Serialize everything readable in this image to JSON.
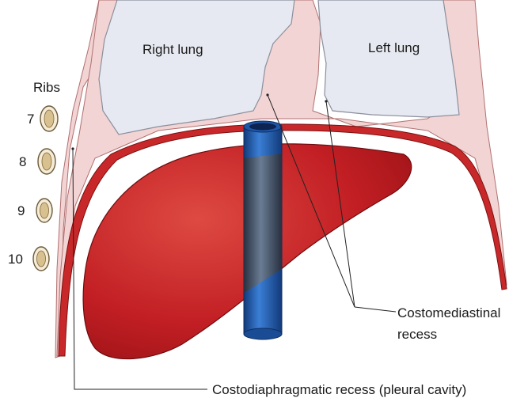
{
  "diagram": {
    "labels": {
      "right_lung": "Right lung",
      "left_lung": "Left lung",
      "ribs": "Ribs",
      "costomediastinal_line1": "Costomediastinal",
      "costomediastinal_line2": "recess",
      "costodiaphragmatic": "Costodiaphragmatic recess (pleural cavity)"
    },
    "rib_numbers": [
      "7",
      "8",
      "9",
      "10"
    ],
    "colors": {
      "pleura": "#f3d4d4",
      "lung": "#e6e9f1",
      "diaphragm": "#c8282a",
      "liver": "#c21f24",
      "vessel": "#1f56a8",
      "rib_bone": "#d9c08f"
    }
  }
}
